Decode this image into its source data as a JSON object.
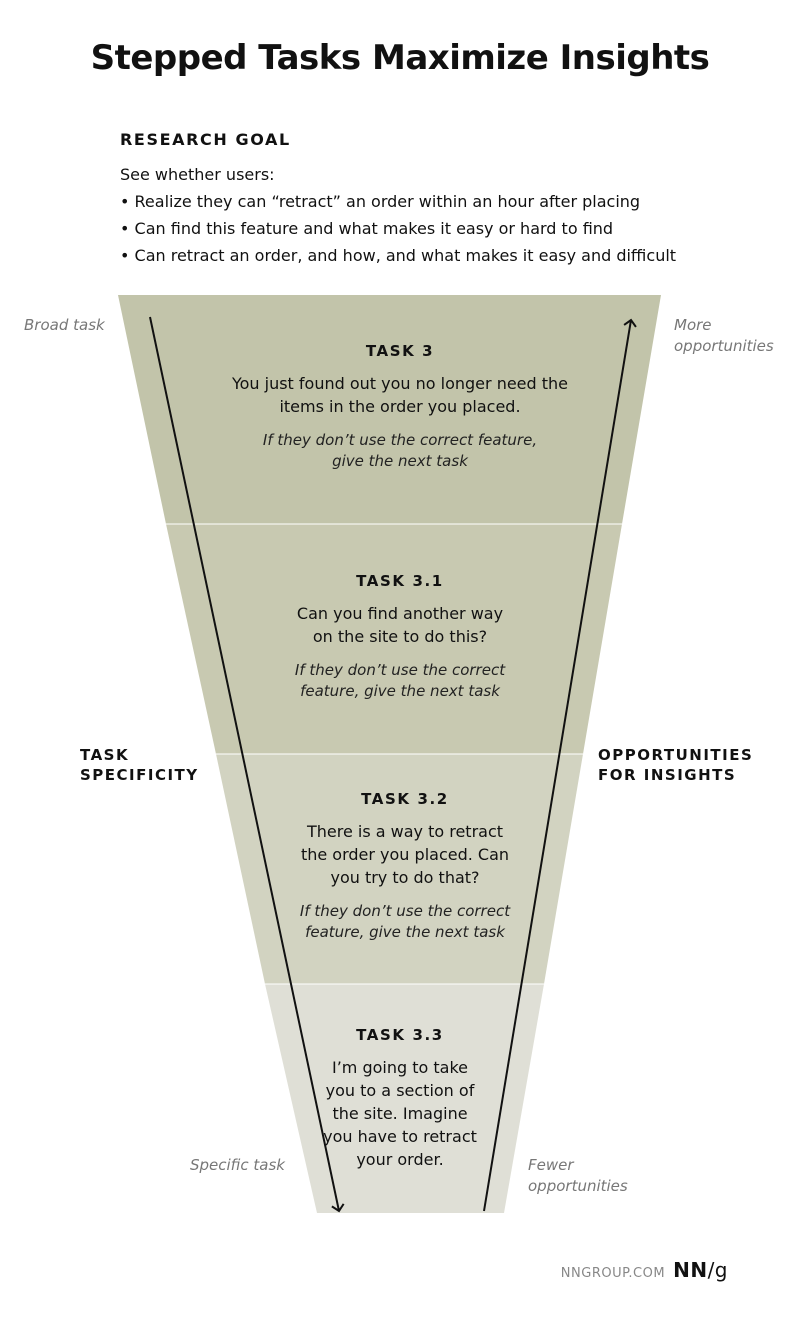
{
  "title": "Stepped Tasks Maximize Insights",
  "research_goal": {
    "heading": "RESEARCH GOAL",
    "intro": "See whether users:",
    "items": [
      "Realize they can “retract” an order within an hour after placing",
      "Can find this feature and what makes it easy or hard to find",
      "Can retract an order, and how, and what makes it easy and difficult"
    ]
  },
  "labels": {
    "broad_task": "Broad task",
    "specific_task": "Specific task",
    "more_opportunities": [
      "More",
      "opportunities"
    ],
    "fewer_opportunities": [
      "Fewer",
      "opportunities"
    ],
    "task_specificity": [
      "TASK",
      "SPECIFICITY"
    ],
    "opportunities_for_insights": [
      "OPPORTUNITIES",
      "FOR INSIGHTS"
    ]
  },
  "tasks": [
    {
      "title": "TASK 3",
      "text": [
        "You just found out you no longer need the",
        "items in the order you placed."
      ],
      "note": [
        "If they don’t use the correct feature,",
        "give the next task"
      ]
    },
    {
      "title": "TASK 3.1",
      "text": [
        "Can you find another way",
        "on the site to do this?"
      ],
      "note": [
        "If they don’t use the correct",
        "feature, give the next task"
      ]
    },
    {
      "title": "TASK 3.2",
      "text": [
        "There is a way to retract",
        "the order you placed. Can",
        "you try to do that?"
      ],
      "note": [
        "If they don’t use the correct",
        "feature, give the next task"
      ]
    },
    {
      "title": "TASK 3.3",
      "text": [
        "I’m going to take",
        "you to a section of",
        "the site. Imagine",
        "you have to retract",
        "your order."
      ],
      "note": []
    }
  ],
  "footer": {
    "site": "NNGROUP.COM",
    "logo_main": "NN",
    "logo_suffix": "/g"
  },
  "colors": {
    "band_1": "#c2c4aa",
    "band_2": "#c8c9b1",
    "band_3": "#d2d3c1",
    "band_4": "#dfdfd6",
    "arrow": "#111111",
    "muted_text": "#777777"
  }
}
